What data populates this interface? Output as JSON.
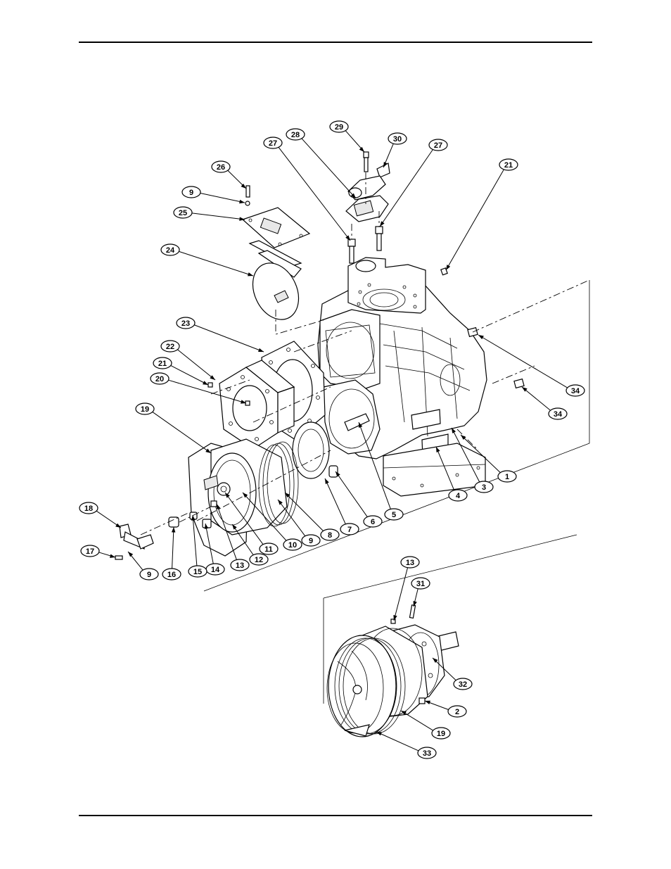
{
  "figure": {
    "callouts": [
      {
        "id": "c29",
        "label": "29"
      },
      {
        "id": "c30",
        "label": "30"
      },
      {
        "id": "c28",
        "label": "28"
      },
      {
        "id": "c27a",
        "label": "27"
      },
      {
        "id": "c27b",
        "label": "27"
      },
      {
        "id": "c21a",
        "label": "21"
      },
      {
        "id": "c26",
        "label": "26"
      },
      {
        "id": "c9a",
        "label": "9"
      },
      {
        "id": "c25",
        "label": "25"
      },
      {
        "id": "c24",
        "label": "24"
      },
      {
        "id": "c23",
        "label": "23"
      },
      {
        "id": "c22",
        "label": "22"
      },
      {
        "id": "c21b",
        "label": "21"
      },
      {
        "id": "c20",
        "label": "20"
      },
      {
        "id": "c19a",
        "label": "19"
      },
      {
        "id": "c34a",
        "label": "34"
      },
      {
        "id": "c34b",
        "label": "34"
      },
      {
        "id": "c1",
        "label": "1"
      },
      {
        "id": "c3",
        "label": "3"
      },
      {
        "id": "c4",
        "label": "4"
      },
      {
        "id": "c5",
        "label": "5"
      },
      {
        "id": "c6",
        "label": "6"
      },
      {
        "id": "c7",
        "label": "7"
      },
      {
        "id": "c8",
        "label": "8"
      },
      {
        "id": "c9b",
        "label": "9"
      },
      {
        "id": "c10",
        "label": "10"
      },
      {
        "id": "c11",
        "label": "11"
      },
      {
        "id": "c12",
        "label": "12"
      },
      {
        "id": "c13a",
        "label": "13"
      },
      {
        "id": "c14",
        "label": "14"
      },
      {
        "id": "c15",
        "label": "15"
      },
      {
        "id": "c16",
        "label": "16"
      },
      {
        "id": "c9c",
        "label": "9"
      },
      {
        "id": "c17",
        "label": "17"
      },
      {
        "id": "c18",
        "label": "18"
      },
      {
        "id": "c13b",
        "label": "13"
      },
      {
        "id": "c31",
        "label": "31"
      },
      {
        "id": "c32",
        "label": "32"
      },
      {
        "id": "c2",
        "label": "2"
      },
      {
        "id": "c19b",
        "label": "19"
      },
      {
        "id": "c33",
        "label": "33"
      }
    ]
  }
}
